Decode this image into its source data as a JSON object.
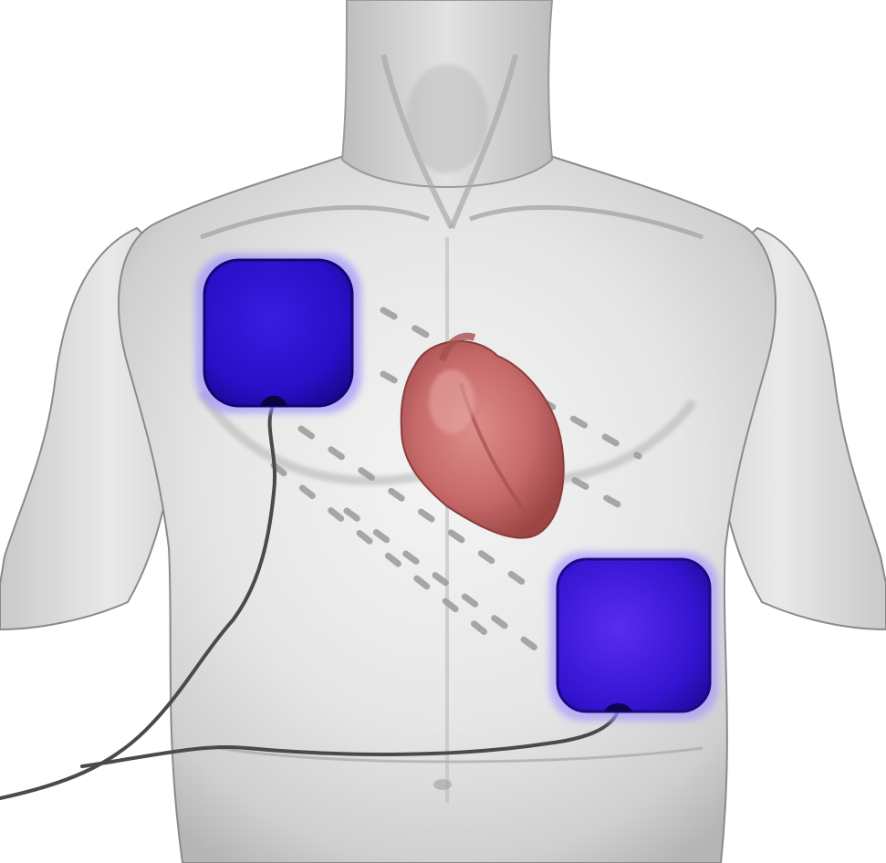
{
  "image": {
    "subject": "aed-pad-placement-on-torso",
    "colors": {
      "background": "#ffffff",
      "skin_light": "#f2f2f2",
      "skin_mid": "#d4d4d4",
      "skin_shadow": "#9a9a9a",
      "outline": "#7a7a7a",
      "pad_fill": "#2a0fc8",
      "pad_dark": "#16086e",
      "pad_highlight": "#5a3cff",
      "heart_fill": "#c76a6a",
      "heart_dark": "#9c4646",
      "heart_light": "#e09a96",
      "current_arrows": "#9a9a9a",
      "wire": "#4a4a4a"
    },
    "elements": {
      "pads": [
        "upper-right-chest-pad",
        "lower-left-chest-pad"
      ],
      "organ": "heart",
      "indicators": "current-flow-arrows",
      "cables": "pad-lead-wires"
    }
  }
}
